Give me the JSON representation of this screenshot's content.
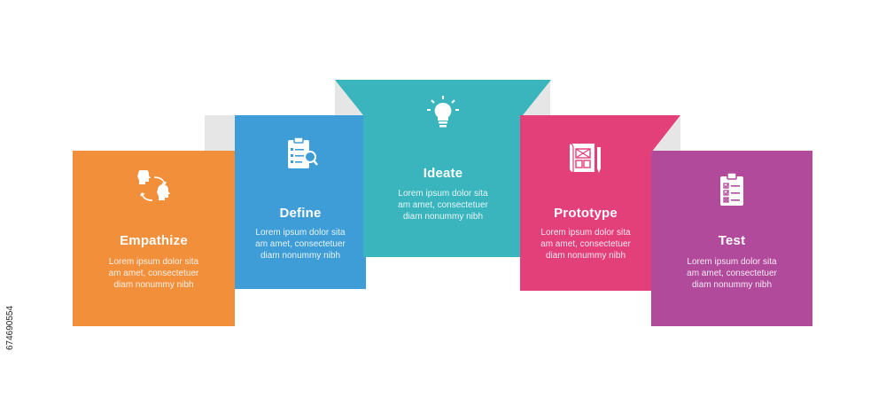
{
  "steps": [
    {
      "title": "Empathize",
      "body": "Lorem ipsum dolor sita\nam amet, consectetuer\ndiam nonummy  nibh",
      "color": "#F28F3B",
      "icon": "heads-exchange-icon"
    },
    {
      "title": "Define",
      "body": "Lorem ipsum dolor sita\nam amet, consectetuer\ndiam nonummy  nibh",
      "color": "#3E9DD6",
      "icon": "clipboard-search-icon"
    },
    {
      "title": "Ideate",
      "body": "Lorem ipsum dolor sita\nam amet, consectetuer\ndiam nonummy  nibh",
      "color": "#3AB5BE",
      "icon": "lightbulb-icon"
    },
    {
      "title": "Prototype",
      "body": "Lorem ipsum dolor sita\nam amet, consectetuer\ndiam nonummy  nibh",
      "color": "#E33F79",
      "icon": "blueprint-icon"
    },
    {
      "title": "Test",
      "body": "Lorem ipsum dolor sita\nam amet, consectetuer\ndiam nonummy  nibh",
      "color": "#B24A9C",
      "icon": "checklist-icon"
    }
  ],
  "fold_color": "#E6E6E6",
  "stock_id": "674690554"
}
